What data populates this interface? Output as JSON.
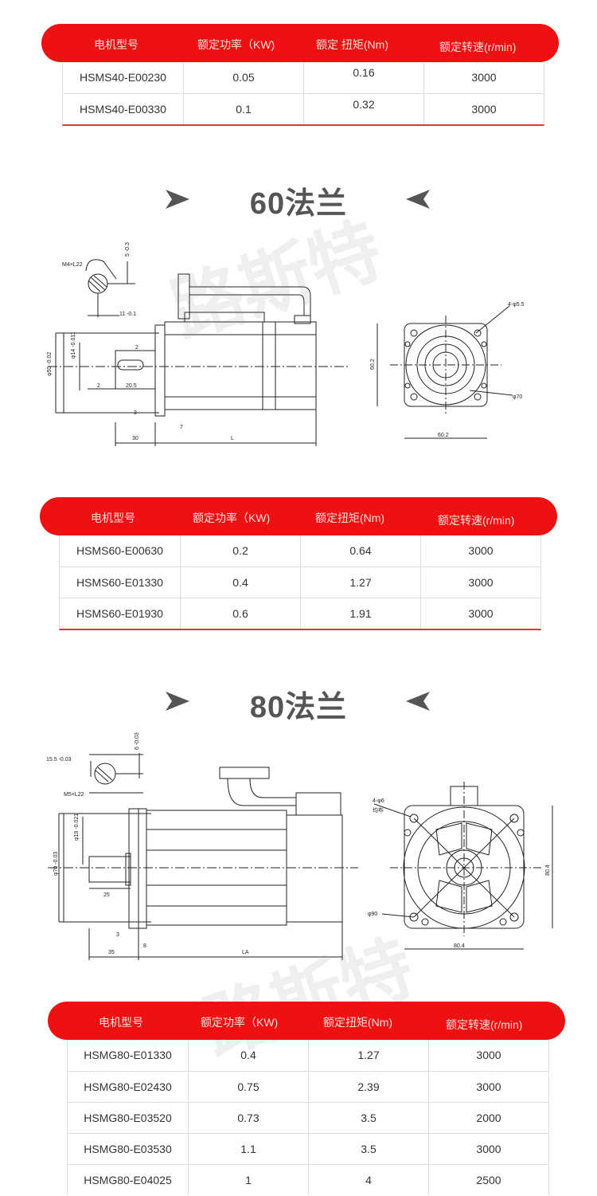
{
  "headers": {
    "model": "电机型号",
    "power": "额定功率（KW)",
    "torque": "额定扭矩(Nm)",
    "speed": "额定转速(r/min)"
  },
  "table40": {
    "headers": {
      "power": "额定功率（KW)",
      "torque": "额定 扭矩(Nm)"
    },
    "rows": [
      {
        "model": "HSMS40-E00230",
        "power": "0.05",
        "torque": "0.16",
        "speed": "3000"
      },
      {
        "model": "HSMS40-E00330",
        "power": "0.1",
        "torque": "0.32",
        "speed": "3000"
      }
    ]
  },
  "section60": {
    "title": "60法兰"
  },
  "diagram60": {
    "labels": {
      "m4": "M4×L22",
      "d53": "5 -0.3",
      "d11": "11 -0.1",
      "d2a": "2",
      "d14": "φ14 -0.011",
      "d50": "φ50 -0.02",
      "d2b": "2",
      "d205": "20.5",
      "d3": "3",
      "d7": "7",
      "d30": "30",
      "L": "L",
      "holes": "4-φ5.5",
      "d602v": "60.2",
      "d70": "φ70",
      "d602h": "60.2"
    }
  },
  "table60": {
    "headers": {
      "power": "额定功率（KW)",
      "torque": "额定扭矩(Nm)"
    },
    "rows": [
      {
        "model": "HSMS60-E00630",
        "power": "0.2",
        "torque": "0.64",
        "speed": "3000"
      },
      {
        "model": "HSMS60-E01330",
        "power": "0.4",
        "torque": "1.27",
        "speed": "3000"
      },
      {
        "model": "HSMS60-E01930",
        "power": "0.6",
        "torque": "1.91",
        "speed": "3000"
      }
    ]
  },
  "section80": {
    "title": "80法兰"
  },
  "diagram80": {
    "labels": {
      "d155": "15.5 -0.03",
      "d6": "6 -0.03",
      "m5": "M5×L22",
      "d19": "φ19 -0.021",
      "d70": "φ70 -0.03",
      "d25": "25",
      "d3": "3",
      "d8": "8",
      "d35": "35",
      "LA": "LA",
      "holes": "4-φ6",
      "holes_sub": "均布",
      "d90": "φ90",
      "d804v": "80.4",
      "d804h": "80.4"
    }
  },
  "table80": {
    "headers": {
      "power": "额定功率（KW)",
      "torque": "额定扭矩(Nm)"
    },
    "rows": [
      {
        "model": "HSMG80-E01330",
        "power": "0.4",
        "torque": "1.27",
        "speed": "3000"
      },
      {
        "model": "HSMG80-E02430",
        "power": "0.75",
        "torque": "2.39",
        "speed": "3000"
      },
      {
        "model": "HSMG80-E03520",
        "power": "0.73",
        "torque": "3.5",
        "speed": "2000"
      },
      {
        "model": "HSMG80-E03530",
        "power": "1.1",
        "torque": "3.5",
        "speed": "3000"
      },
      {
        "model": "HSMG80-E04025",
        "power": "1",
        "torque": "4",
        "speed": "2500"
      }
    ]
  },
  "watermark": {
    "text": "路斯特"
  },
  "colors": {
    "header_red": "#ee1111",
    "row_border": "#dddddd",
    "table_bottom": "#e53333"
  }
}
